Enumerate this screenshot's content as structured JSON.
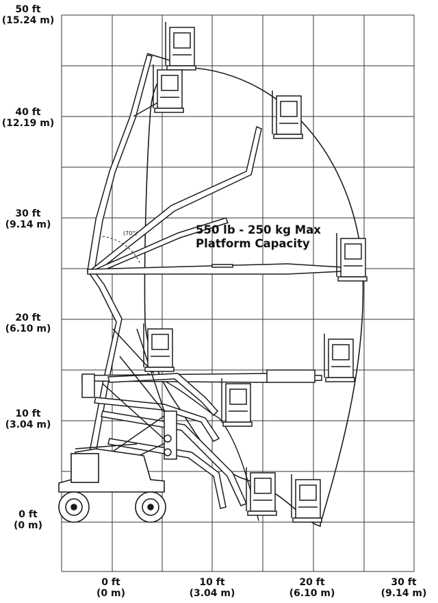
{
  "diagram": {
    "capacity_line1": "550 lb - 250 kg Max",
    "capacity_line2": "Platform Capacity",
    "angle_label": "(70°)",
    "y_axis": [
      {
        "ft": "50 ft",
        "m": "(15.24 m)"
      },
      {
        "ft": "40 ft",
        "m": "(12.19 m)"
      },
      {
        "ft": "30 ft",
        "m": "(9.14 m)"
      },
      {
        "ft": "20 ft",
        "m": "(6.10 m)"
      },
      {
        "ft": "10 ft",
        "m": "(3.04 m)"
      },
      {
        "ft": "0 ft",
        "m": "(0 m)"
      }
    ],
    "x_axis": [
      {
        "ft": "0 ft",
        "m": "(0 m)"
      },
      {
        "ft": "10 ft",
        "m": "(3.04 m)"
      },
      {
        "ft": "20 ft",
        "m": "(6.10 m)"
      },
      {
        "ft": "30 ft",
        "m": "(9.14 m)"
      }
    ],
    "colors": {
      "line": "#1a1a1a",
      "grid": "#333333",
      "background": "#ffffff"
    }
  }
}
